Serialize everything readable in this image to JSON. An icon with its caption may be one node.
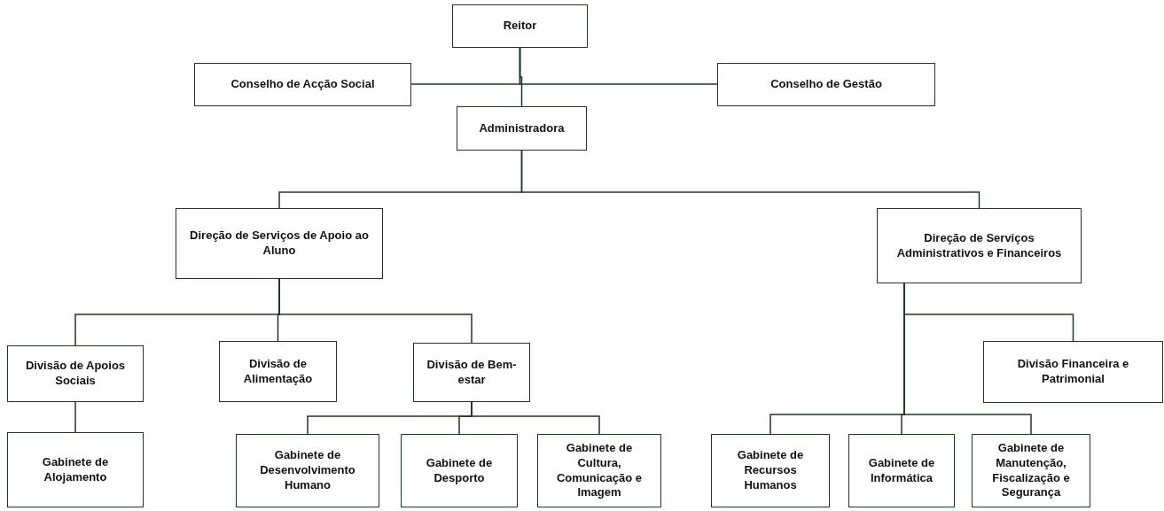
{
  "diagram": {
    "nodes": [
      {
        "text": [
          "Reitor"
        ]
      },
      {
        "text": [
          "Conselho de Acção Social"
        ]
      },
      {
        "text": [
          "Conselho de Gestão"
        ]
      },
      {
        "text": [
          "Administradora"
        ]
      },
      {
        "text": [
          "Direção de Serviços de Apoio ao Aluno"
        ]
      },
      {
        "text": [
          "Direção de Serviços Administrativos e Financeiros"
        ]
      },
      {
        "text": [
          "Divisão de Apoios Sociais"
        ]
      },
      {
        "text": [
          "Divisão de Alimentação"
        ]
      },
      {
        "text": [
          "Divisão de Bem-estar"
        ]
      },
      {
        "text": [
          "Divisão Financeira e Patrimonial"
        ]
      },
      {
        "text": [
          "Gabinete de Alojamento"
        ]
      },
      {
        "text": [
          "Gabinete de Desenvolvimento Humano"
        ]
      },
      {
        "text": [
          "Gabinete de Desporto"
        ]
      },
      {
        "text": [
          "Gabinete de Cultura, Comunicação e Imagem"
        ]
      },
      {
        "text": [
          "Gabinete de Recursos Humanos"
        ]
      },
      {
        "text": [
          "Gabinete de Informática"
        ]
      },
      {
        "text": [
          "Gabinete de Manutenção, Fiscalização e Segurança"
        ]
      }
    ],
    "edges": [
      {
        "from": 0,
        "to": 1,
        "arrow": "none"
      },
      {
        "from": 0,
        "to": 2,
        "arrow": "none"
      },
      {
        "from": 0,
        "to": 3,
        "arrow": "none"
      },
      {
        "from": 3,
        "to": 4,
        "arrow": "none"
      },
      {
        "from": 3,
        "to": 5,
        "arrow": "none"
      },
      {
        "from": 4,
        "to": 6,
        "arrow": "none"
      },
      {
        "from": 4,
        "to": 7,
        "arrow": "none"
      },
      {
        "from": 4,
        "to": 8,
        "arrow": "none"
      },
      {
        "from": 6,
        "to": 10,
        "arrow": "none"
      },
      {
        "from": 8,
        "to": 11,
        "arrow": "none"
      },
      {
        "from": 8,
        "to": 12,
        "arrow": "none"
      },
      {
        "from": 8,
        "to": 13,
        "arrow": "none"
      },
      {
        "from": 5,
        "to": 9,
        "arrow": "none"
      },
      {
        "from": 5,
        "to": 14,
        "arrow": "none"
      },
      {
        "from": 5,
        "to": 15,
        "arrow": "none"
      },
      {
        "from": 5,
        "to": 16,
        "arrow": "none"
      }
    ]
  }
}
